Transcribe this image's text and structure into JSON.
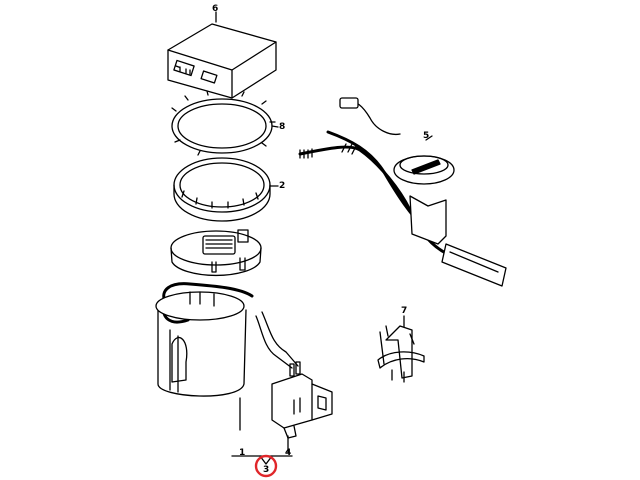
{
  "callouts": [
    {
      "id": "6",
      "text": "6"
    },
    {
      "id": "8",
      "text": "8"
    },
    {
      "id": "2",
      "text": "2"
    },
    {
      "id": "5",
      "text": "5"
    },
    {
      "id": "7",
      "text": "7"
    },
    {
      "id": "1",
      "text": "1"
    },
    {
      "id": "4",
      "text": "4"
    },
    {
      "id": "3",
      "text": "3"
    }
  ],
  "colors": {
    "line": "#000000",
    "highlight": "#e0262a",
    "background": "#ffffff"
  }
}
